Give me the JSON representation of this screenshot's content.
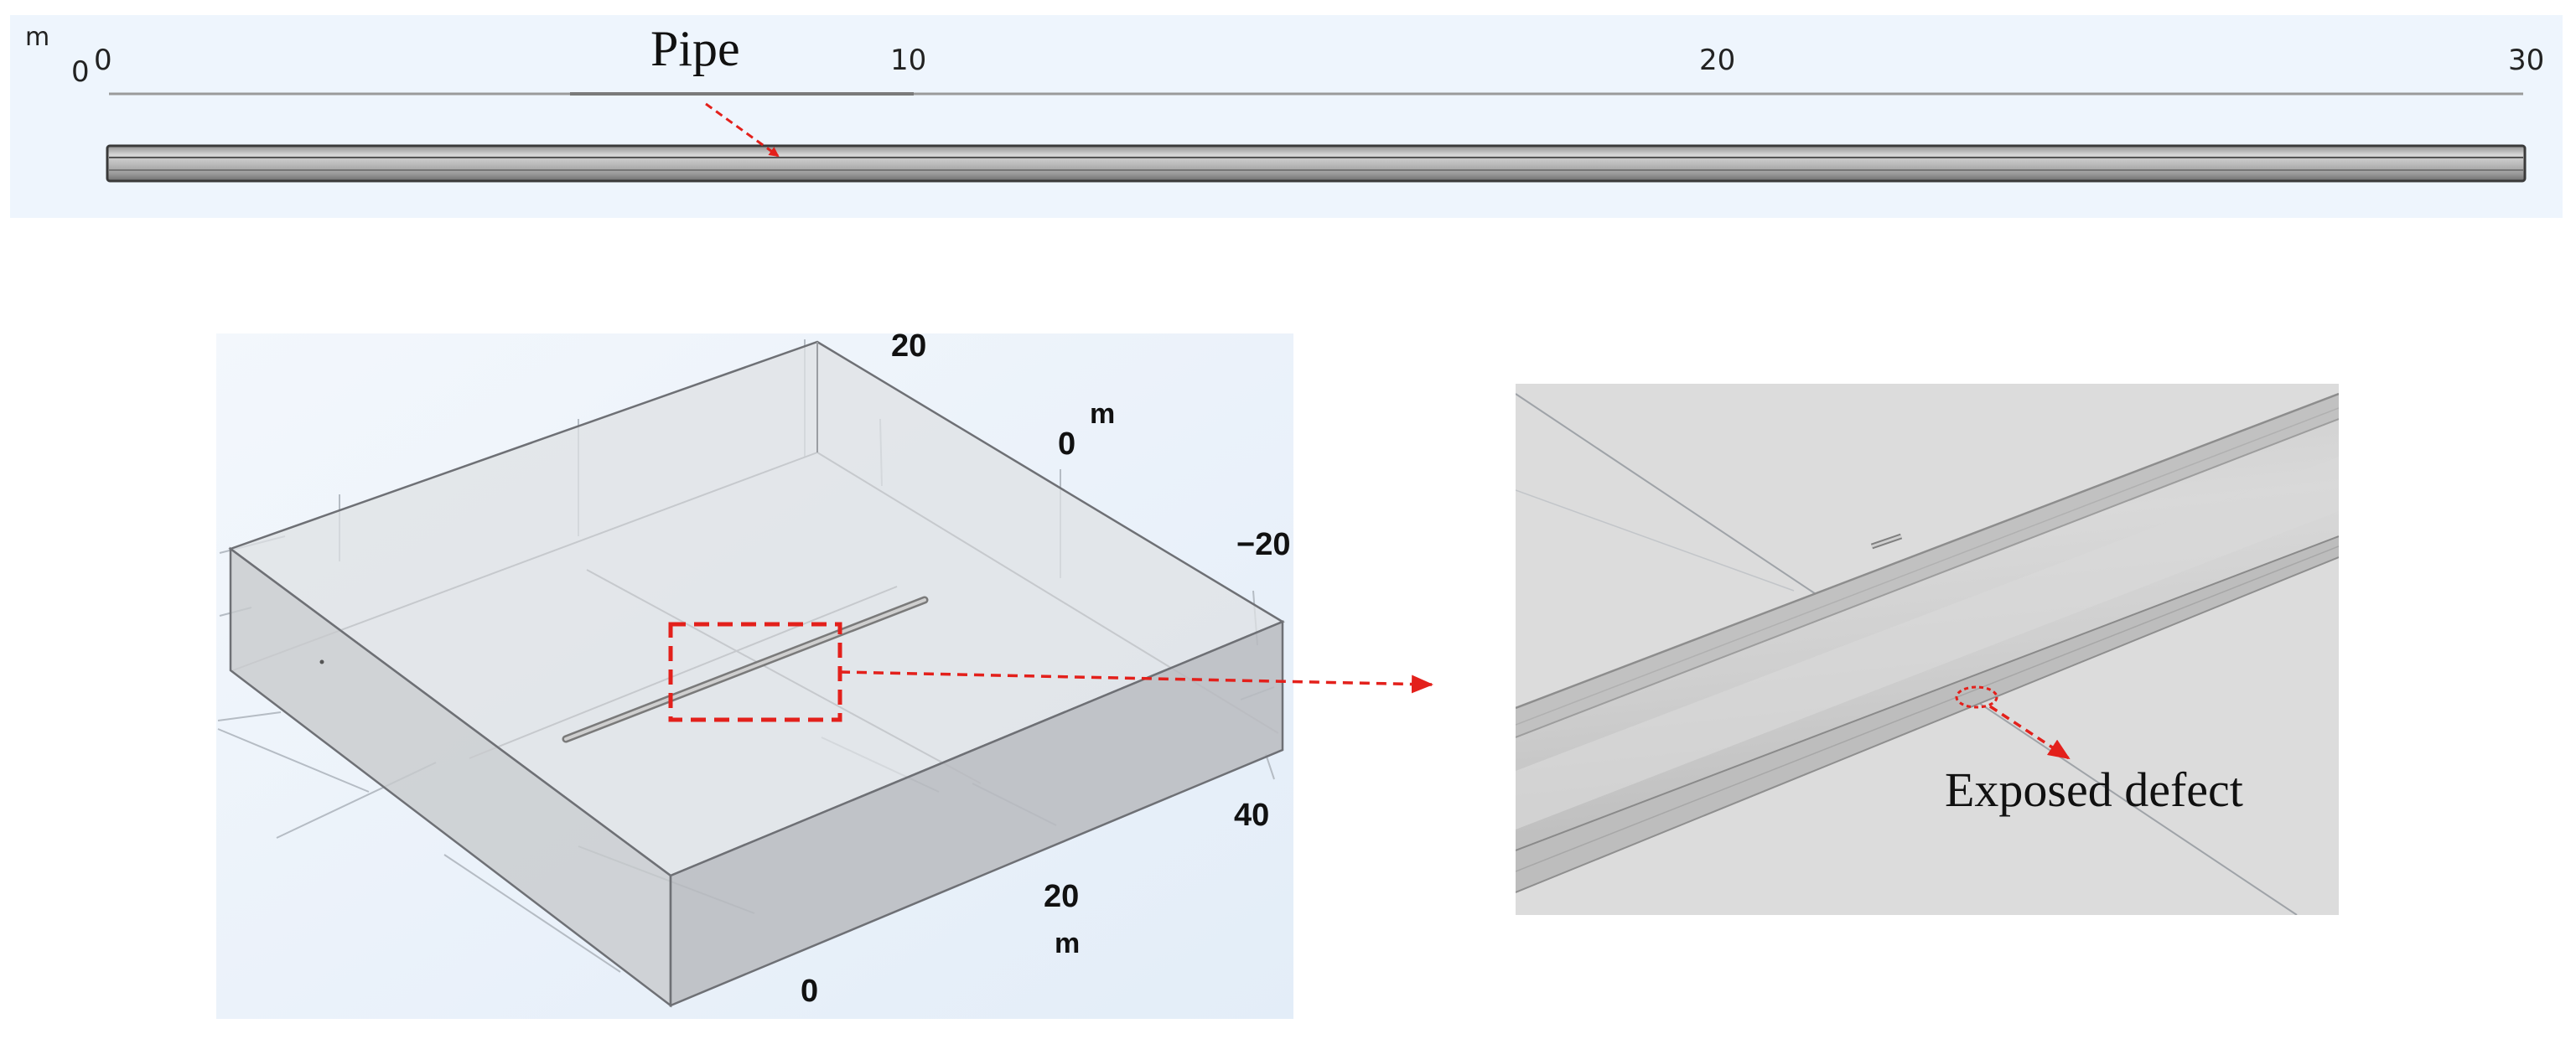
{
  "top_view": {
    "unit_label": "m",
    "origin_label": "0",
    "ticks": [
      "0",
      "10",
      "20",
      "30"
    ],
    "pipe_label": "Pipe"
  },
  "iso_view": {
    "axis_ticks_back": [
      "20",
      "0",
      "−20"
    ],
    "axis_unit_back": "m",
    "axis_ticks_front": [
      "40",
      "20",
      "0"
    ],
    "axis_unit_front": "m"
  },
  "zoom_view": {
    "defect_label": "Exposed defect"
  },
  "colors": {
    "panel_bg": "#eef5fd",
    "annotation_red": "#e3201b",
    "pipe_grey": "#b4b4b4"
  }
}
